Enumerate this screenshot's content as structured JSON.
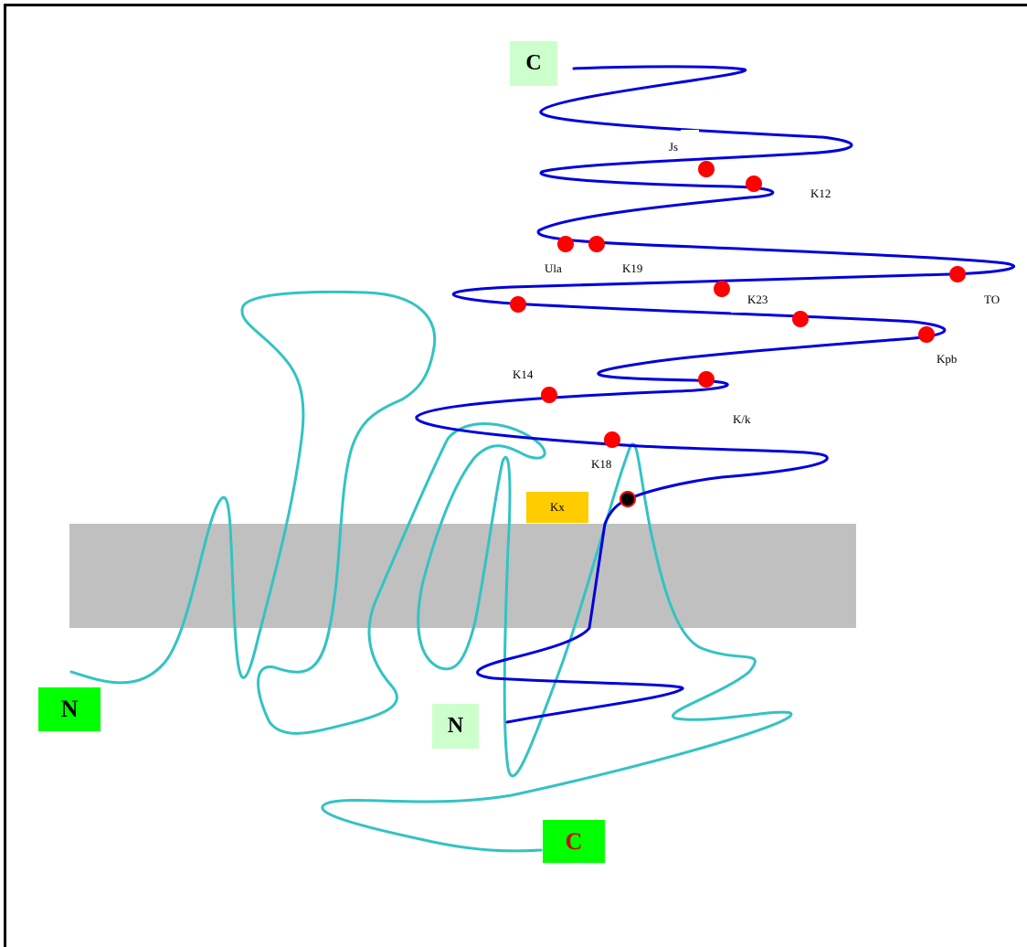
{
  "diagram": {
    "membrane_color": "#c0c0c0",
    "kell_chain_color": "#0000dd",
    "kx_chain_color": "#33c3c3",
    "site_marker_color": "#ff0000",
    "disulfide_marker_color": "#000000",
    "terminals": {
      "kell_c": "C",
      "kell_n": "N",
      "kx_n": "N",
      "kx_c": "C"
    },
    "kx_badge": "Kx",
    "antigen_sites": [
      "Js",
      "K12",
      "Ula",
      "K19",
      "TO",
      "K23",
      "Kpb",
      "K14",
      "K/k",
      "K18"
    ]
  }
}
